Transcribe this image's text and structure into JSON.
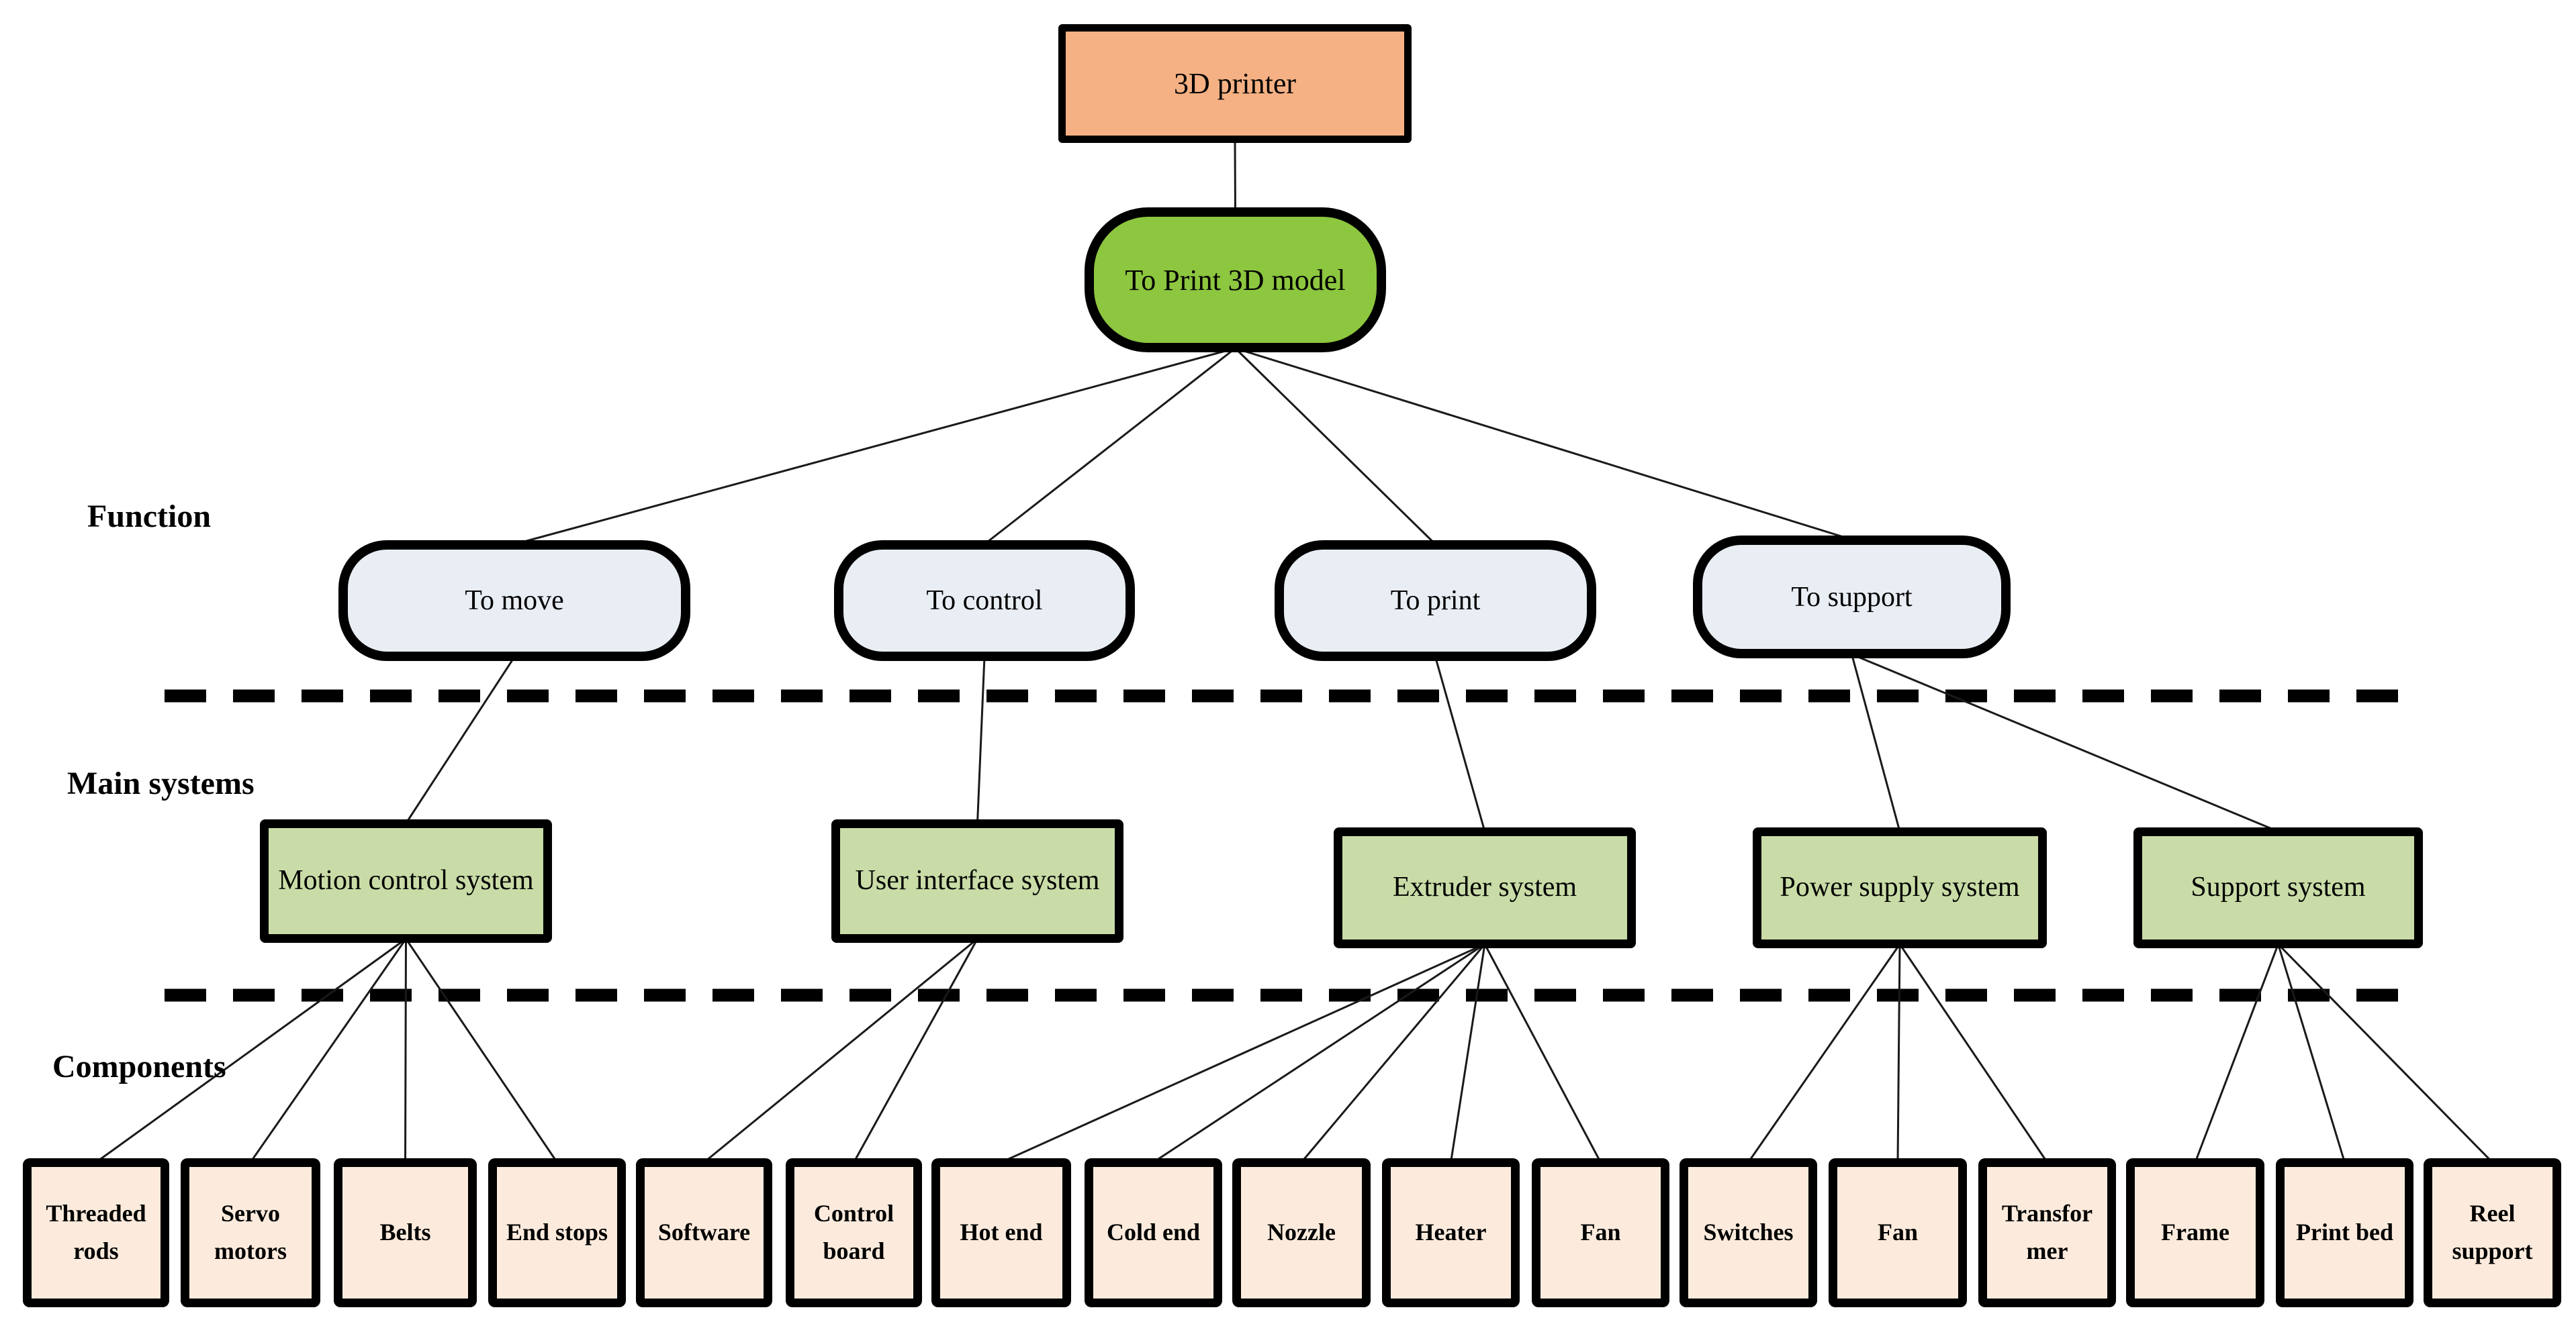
{
  "diagram": {
    "row_labels": [
      {
        "id": "function",
        "text": "Function"
      },
      {
        "id": "main-systems",
        "text": "Main systems"
      },
      {
        "id": "components",
        "text": "Components"
      }
    ],
    "nodes": [
      {
        "id": "printer",
        "type": "root",
        "label": "3D printer"
      },
      {
        "id": "print3d",
        "type": "function-root",
        "label": "To Print 3D model"
      },
      {
        "id": "to-move",
        "type": "function",
        "label": "To move"
      },
      {
        "id": "to-control",
        "type": "function",
        "label": "To control"
      },
      {
        "id": "to-print",
        "type": "function",
        "label": "To print"
      },
      {
        "id": "to-support",
        "type": "function",
        "label": "To support"
      },
      {
        "id": "motion",
        "type": "system",
        "label": "Motion control system"
      },
      {
        "id": "ui",
        "type": "system",
        "label": "User interface system"
      },
      {
        "id": "extruder",
        "type": "system",
        "label": "Extruder system"
      },
      {
        "id": "power",
        "type": "system",
        "label": "Power supply system"
      },
      {
        "id": "support",
        "type": "system",
        "label": "Support system"
      },
      {
        "id": "threaded-rods",
        "type": "component",
        "label": "Threaded rods"
      },
      {
        "id": "servo-motors",
        "type": "component",
        "label": "Servo motors"
      },
      {
        "id": "belts",
        "type": "component",
        "label": "Belts"
      },
      {
        "id": "end-stops",
        "type": "component",
        "label": "End stops"
      },
      {
        "id": "software",
        "type": "component",
        "label": "Software"
      },
      {
        "id": "control-board",
        "type": "component",
        "label": "Control board"
      },
      {
        "id": "hot-end",
        "type": "component",
        "label": "Hot end"
      },
      {
        "id": "cold-end",
        "type": "component",
        "label": "Cold end"
      },
      {
        "id": "nozzle",
        "type": "component",
        "label": "Nozzle"
      },
      {
        "id": "heater",
        "type": "component",
        "label": "Heater"
      },
      {
        "id": "fan-extruder",
        "type": "component",
        "label": "Fan"
      },
      {
        "id": "switches",
        "type": "component",
        "label": "Switches"
      },
      {
        "id": "fan-power",
        "type": "component",
        "label": "Fan"
      },
      {
        "id": "transformer",
        "type": "component",
        "label": "Transformer"
      },
      {
        "id": "frame",
        "type": "component",
        "label": "Frame"
      },
      {
        "id": "print-bed",
        "type": "component",
        "label": "Print bed"
      },
      {
        "id": "reel-support",
        "type": "component",
        "label": "Reel support"
      }
    ],
    "edges": [
      [
        "printer",
        "print3d"
      ],
      [
        "print3d",
        "to-move"
      ],
      [
        "print3d",
        "to-control"
      ],
      [
        "print3d",
        "to-print"
      ],
      [
        "print3d",
        "to-support"
      ],
      [
        "to-move",
        "motion"
      ],
      [
        "to-control",
        "ui"
      ],
      [
        "to-print",
        "extruder"
      ],
      [
        "to-support",
        "power"
      ],
      [
        "to-support",
        "support"
      ],
      [
        "motion",
        "threaded-rods"
      ],
      [
        "motion",
        "servo-motors"
      ],
      [
        "motion",
        "belts"
      ],
      [
        "motion",
        "end-stops"
      ],
      [
        "ui",
        "software"
      ],
      [
        "ui",
        "control-board"
      ],
      [
        "extruder",
        "hot-end"
      ],
      [
        "extruder",
        "cold-end"
      ],
      [
        "extruder",
        "nozzle"
      ],
      [
        "extruder",
        "heater"
      ],
      [
        "extruder",
        "fan-extruder"
      ],
      [
        "power",
        "switches"
      ],
      [
        "power",
        "fan-power"
      ],
      [
        "power",
        "transformer"
      ],
      [
        "support",
        "frame"
      ],
      [
        "support",
        "print-bed"
      ],
      [
        "support",
        "reel-support"
      ]
    ],
    "colors": {
      "root_fill": "#F5B183",
      "function_root_fill": "#8DC63F",
      "function_fill": "#E9EDF4",
      "system_fill": "#C9DCA7",
      "component_fill": "#FCEBDD",
      "line": "#000000"
    }
  }
}
